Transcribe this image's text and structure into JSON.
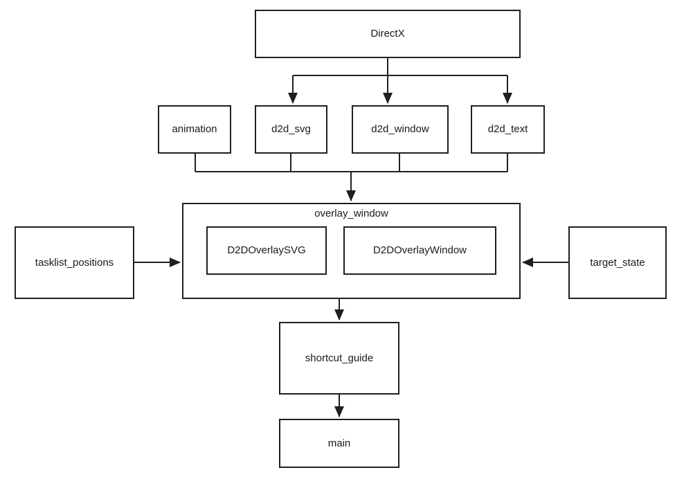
{
  "diagram": {
    "background_color": "#ffffff",
    "line_color": "#1f1f1f",
    "text_color": "#1a1a1a",
    "nodes": {
      "directx": {
        "label": "DirectX"
      },
      "animation": {
        "label": "animation"
      },
      "d2d_svg": {
        "label": "d2d_svg"
      },
      "d2d_window": {
        "label": "d2d_window"
      },
      "d2d_text": {
        "label": "d2d_text"
      },
      "overlay_window": {
        "label": "overlay_window"
      },
      "d2d_overlay_svg": {
        "label": "D2DOverlaySVG"
      },
      "d2d_overlay_window": {
        "label": "D2DOverlayWindow"
      },
      "tasklist_positions": {
        "label": "tasklist_positions"
      },
      "target_state": {
        "label": "target_state"
      },
      "shortcut_guide": {
        "label": "shortcut_guide"
      },
      "main": {
        "label": "main"
      }
    },
    "containment": [
      {
        "parent": "overlay_window",
        "children": [
          "D2DOverlaySVG",
          "D2DOverlayWindow"
        ]
      }
    ],
    "edges": [
      {
        "from": "DirectX",
        "to": "d2d_svg"
      },
      {
        "from": "DirectX",
        "to": "d2d_window"
      },
      {
        "from": "DirectX",
        "to": "d2d_text"
      },
      {
        "from": "animation",
        "to": "overlay_window"
      },
      {
        "from": "d2d_svg",
        "to": "overlay_window"
      },
      {
        "from": "d2d_window",
        "to": "overlay_window"
      },
      {
        "from": "d2d_text",
        "to": "overlay_window"
      },
      {
        "from": "tasklist_positions",
        "to": "overlay_window"
      },
      {
        "from": "target_state",
        "to": "overlay_window"
      },
      {
        "from": "overlay_window",
        "to": "shortcut_guide"
      },
      {
        "from": "shortcut_guide",
        "to": "main"
      }
    ]
  }
}
